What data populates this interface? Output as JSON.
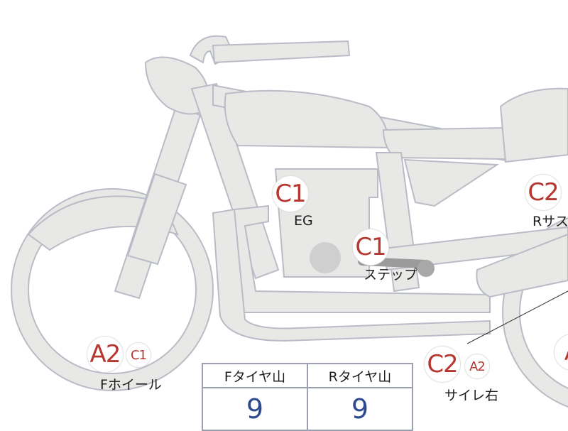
{
  "badges": {
    "engine": "C1",
    "step": "C1",
    "rear_suspension": "C2",
    "front_wheel_major": "A2",
    "front_wheel_minor": "C1",
    "silencer_major": "C2",
    "silencer_minor": "A2",
    "rear_wheel_partial": "A"
  },
  "labels": {
    "engine": "EG",
    "step": "ステップ",
    "rear_suspension": "Rサス",
    "front_wheel": "Fホイール",
    "silencer": "サイレ右"
  },
  "tread_table": {
    "front_header": "Fタイヤ山",
    "rear_header": "Rタイヤ山",
    "front_value": "9",
    "rear_value": "9"
  },
  "colors": {
    "body_fill": "#e8e8e6",
    "outline": "#b9bcc6",
    "badge_text": "#b5372f",
    "value_text": "#2d4a8f"
  }
}
